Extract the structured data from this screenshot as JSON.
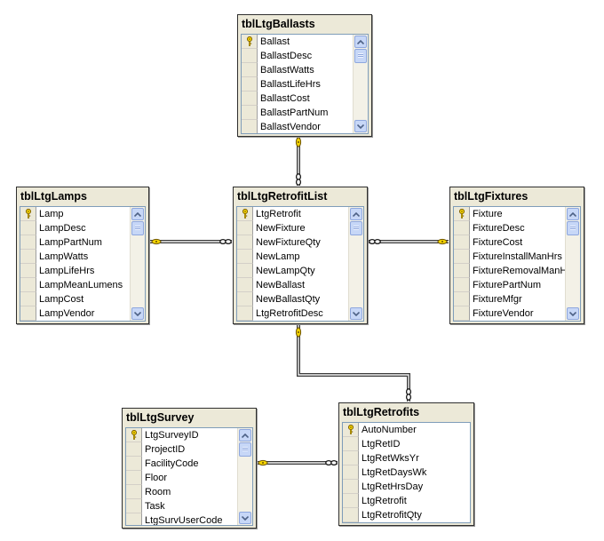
{
  "tables": [
    {
      "id": "ballasts",
      "title": "tblLtgBallasts",
      "fields": [
        "Ballast",
        "BallastDesc",
        "BallastWatts",
        "BallastLifeHrs",
        "BallastCost",
        "BallastPartNum",
        "BallastVendor"
      ],
      "key_index": 0,
      "scrollbar": true
    },
    {
      "id": "lamps",
      "title": "tblLtgLamps",
      "fields": [
        "Lamp",
        "LampDesc",
        "LampPartNum",
        "LampWatts",
        "LampLifeHrs",
        "LampMeanLumens",
        "LampCost",
        "LampVendor"
      ],
      "key_index": 0,
      "scrollbar": true
    },
    {
      "id": "retrofitlist",
      "title": "tblLtgRetrofitList",
      "fields": [
        "LtgRetrofit",
        "NewFixture",
        "NewFixtureQty",
        "NewLamp",
        "NewLampQty",
        "NewBallast",
        "NewBallastQty",
        "LtgRetrofitDesc"
      ],
      "key_index": 0,
      "scrollbar": true
    },
    {
      "id": "fixtures",
      "title": "tblLtgFixtures",
      "fields": [
        "Fixture",
        "FixtureDesc",
        "FixtureCost",
        "FixtureInstallManHrs",
        "FixtureRemovalManHrs",
        "FixturePartNum",
        "FixtureMfgr",
        "FixtureVendor"
      ],
      "key_index": 0,
      "scrollbar": true
    },
    {
      "id": "survey",
      "title": "tblLtgSurvey",
      "fields": [
        "LtgSurveyID",
        "ProjectID",
        "FacilityCode",
        "Floor",
        "Room",
        "Task",
        "LtgSurvUserCode"
      ],
      "key_index": 0,
      "scrollbar": true
    },
    {
      "id": "retrofits",
      "title": "tblLtgRetrofits",
      "fields": [
        "AutoNumber",
        "LtgRetID",
        "LtgRetWksYr",
        "LtgRetDaysWk",
        "LtgRetHrsDay",
        "LtgRetrofit",
        "LtgRetrofitQty"
      ],
      "key_index": 0,
      "scrollbar": false
    }
  ],
  "relationships": [
    {
      "from": "tblLtgBallasts",
      "to": "tblLtgRetrofitList",
      "one_end": "tblLtgBallasts",
      "many_end": "tblLtgRetrofitList"
    },
    {
      "from": "tblLtgLamps",
      "to": "tblLtgRetrofitList",
      "one_end": "tblLtgLamps",
      "many_end": "tblLtgRetrofitList"
    },
    {
      "from": "tblLtgFixtures",
      "to": "tblLtgRetrofitList",
      "one_end": "tblLtgFixtures",
      "many_end": "tblLtgRetrofitList"
    },
    {
      "from": "tblLtgRetrofitList",
      "to": "tblLtgRetrofits",
      "one_end": "tblLtgRetrofitList",
      "many_end": "tblLtgRetrofits"
    },
    {
      "from": "tblLtgSurvey",
      "to": "tblLtgRetrofits",
      "one_end": "tblLtgSurvey",
      "many_end": "tblLtgRetrofits"
    }
  ],
  "icons": {
    "primary_key": "key-icon",
    "one_end": "key-end-icon",
    "many_end": "infinity-end-icon"
  },
  "colors": {
    "background": "#ffffff",
    "table_frame": "#ece9d8",
    "key_gold": "#e8c400",
    "line": "#3a3a3a",
    "scrollbar": "#c7d7f7"
  }
}
